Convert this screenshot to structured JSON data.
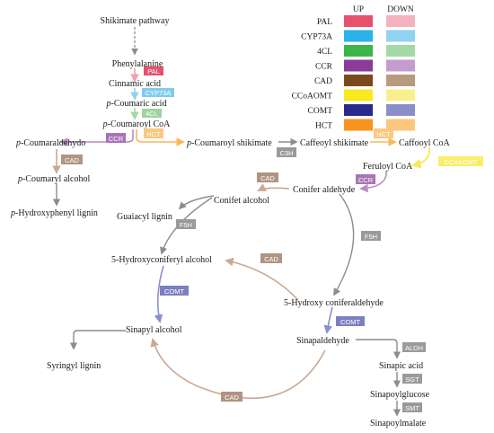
{
  "top": {
    "shikimate": "Shikimate pathway",
    "phenylalanine": "Phenylalanine",
    "cinnamic": "Cinnamic acid",
    "pcoumaric_it": "p",
    "pcoumaric_rest": "-Coumaric acid",
    "pcoumaroylcoa_it": "p",
    "pcoumaroylcoa_rest": "-Coumaroyl CoA"
  },
  "compounds": {
    "pcoumaraldehyde_it": "p",
    "pcoumaraldehyde_rest": "-Coumaraldehydo",
    "pcoumarylalc_it": "p",
    "pcoumarylalc_rest": "-Coumaryl alcohol",
    "phydroxyphenyl_it": "p",
    "phydroxyphenyl_rest": "-Hydroxyphenyl lignin",
    "pcoumaroylshik_it": "p",
    "pcoumaroylshik_rest": "-Coumaroyl shikimate",
    "caffeoylshik": "Caffeoyl shikimate",
    "caffooylcoa": "Caffooyl CoA",
    "feruloylcoa": "Feruloyl CoA",
    "coniferaldehyde": "Conifer aldehyde",
    "conifetalcohol": "Conifet alcohol",
    "guaiacyl": "Guaiacyl lignin",
    "hydroxyconiferylalc": "5-Hydroxyconiferyl alcohol",
    "hydroxyconiferald": "5-Hydroxy coniferaldehyde",
    "sinapylalc": "Sinapyl alcohol",
    "sinapaldehyde": "Sinapaldehyde",
    "syringyl": "Syringyl lignin",
    "sinapicacid": "Sinapic acid",
    "sinapoylglucose": "Sinapoylglucose",
    "sinapoylmalate": "Sinapoylmalate"
  },
  "enzymes": {
    "pal": "PAL",
    "cyp73a": "CYP73A",
    "fourcl": "4CL",
    "ccr_left": "CCR",
    "hct_left": "HCT",
    "cad_left": "CAD",
    "c3h": "C3H",
    "hct_right": "HCT",
    "ccoaomt": "CCoAOMT",
    "ccr_right": "CCR",
    "cad_mid": "CAD",
    "f5h_left": "F5H",
    "f5h_right": "F5H",
    "cad_center": "CAD",
    "comt_left": "COMT",
    "comt_right": "COMT",
    "aldh": "ALDH",
    "sgt": "SGT",
    "smt": "SMT",
    "cad_bottom": "CAD"
  },
  "legend": {
    "up_header": "UP",
    "down_header": "DOWN",
    "rows": [
      {
        "label": "PAL",
        "up": "#e8506e",
        "down": "#f4b2be"
      },
      {
        "label": "CYP73A",
        "up": "#29b3e8",
        "down": "#8fd3f0"
      },
      {
        "label": "4CL",
        "up": "#3cb54a",
        "down": "#a3d9a5"
      },
      {
        "label": "CCR",
        "up": "#8a3c99",
        "down": "#c59ccd"
      },
      {
        "label": "CAD",
        "up": "#7a4a1e",
        "down": "#b89a7e"
      },
      {
        "label": "CCoAOMT",
        "up": "#f7ea1e",
        "down": "#f8f08c"
      },
      {
        "label": "COMT",
        "up": "#2a2a8c",
        "down": "#8b8fc9"
      },
      {
        "label": "HCT",
        "up": "#f7941d",
        "down": "#fbc77f"
      }
    ]
  },
  "colors": {
    "gray": "#8c8c8c",
    "gray_box": "#9a9a9a",
    "cad_box": "#b09482",
    "cad_line": "#c9aa93",
    "pal": "#e8506e",
    "pal_arrow": "#f2a0b0",
    "cyp_box": "#7fcdee",
    "cyp_arrow": "#8fd3f0",
    "fourcl_box": "#9ed3a0",
    "fourcl_arrow": "#a3d9a5",
    "ccr_box": "#a874b5",
    "ccr_line": "#b98cc4",
    "hct_box": "#fbc77f",
    "hct_line": "#f9b85a",
    "ccoaomt_box": "#f8ee6a",
    "ccoaomt_line": "#f7ea5a",
    "comt_box": "#7c80c2",
    "comt_line": "#8b8fc9"
  }
}
